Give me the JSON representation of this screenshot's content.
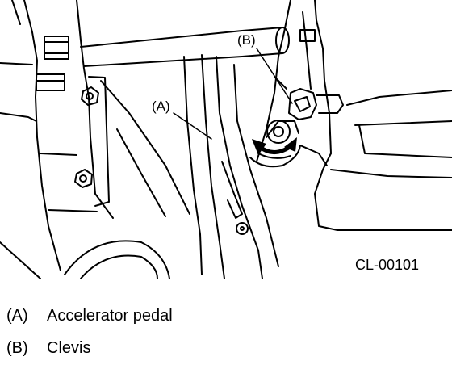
{
  "figure": {
    "id": "CL-00101",
    "callouts": [
      {
        "key": "(A)",
        "label": "Accelerator pedal"
      },
      {
        "key": "(B)",
        "label": "Clevis"
      }
    ]
  },
  "colors": {
    "line": "#000000",
    "background": "#ffffff"
  }
}
